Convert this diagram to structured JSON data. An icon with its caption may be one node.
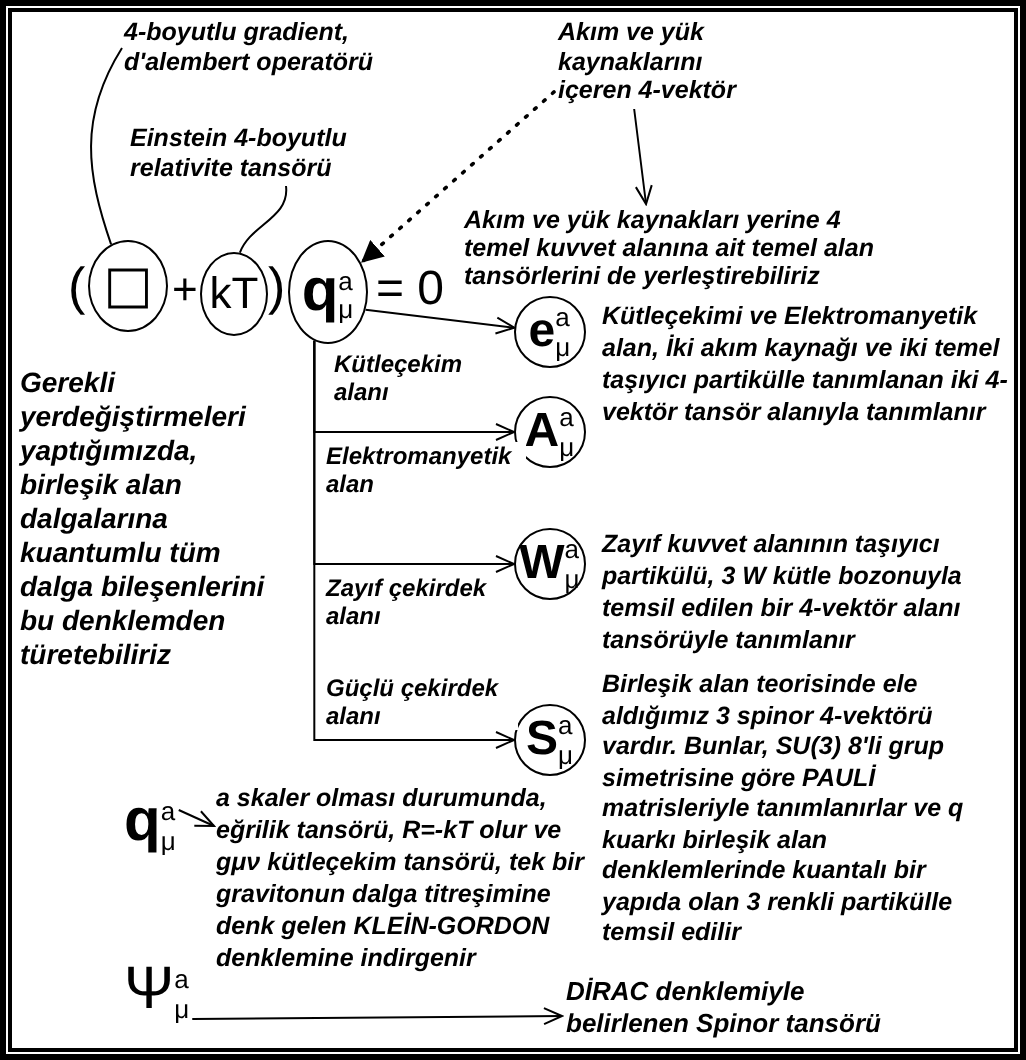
{
  "diagram": {
    "nodes": [
      {
        "text": [
          "4-boyutlu gradient, d'alembert operatörü"
        ]
      },
      {
        "text": [
          "Akım ve yük kaynaklarını içeren 4-vektör"
        ]
      },
      {
        "text": [
          "Einstein 4-boyutlu relativite tansörü"
        ]
      },
      {
        "text": [
          "□"
        ]
      },
      {
        "text": [
          "kT"
        ]
      },
      {
        "text": [
          "**q**$^{a}$$_{μ}$"
        ]
      },
      {
        "text": [
          "Akım ve yük kaynakları yerine 4 temel kuvvet alanına ait temel alan tansörlerini de yerleştirebiliriz"
        ]
      },
      {
        "text": [
          "**e**$^{a}$$_{μ}$"
        ]
      },
      {
        "text": [
          "**A**$^{a}$$_{μ}$"
        ]
      },
      {
        "text": [
          "**W**$^{a}$$_{μ}$"
        ],
        "beside": [
          "Zayıf kuvvet alanının taşıyıcı partikülü, 3 W kütle bozonuyla temsil edilen bir 4-vektör alanı tansörüyle tanımlanır"
        ]
      },
      {
        "text": [
          "**S**$^{a}$$_{μ}$"
        ],
        "beside": [
          "Birleşik alan teorisinde ele aldığımız 3 spinor 4-vektörü vardır. Bunlar, SU(3) 8'li grup simetrisine göre PAULİ matrisleriyle tanımlanırlar ve q kuarkı birleşik alan denklemlerinde kuantalı bir yapıda olan 3 renkli partikülle temsil edilir"
        ]
      },
      {
        "text": [
          "**q**$^{a}$$_{μ}$"
        ]
      },
      {
        "text": [
          "a skaler olması durumunda, eğrilik tansörü, R=-kT olur ve gμν kütleçekim tansörü, tek bir gravitonun dalga titreşimine denk gelen KLEİN-GORDON denklemine indirgenir"
        ]
      },
      {
        "text": [
          "Ψ$^{a}$$_{μ}$"
        ]
      },
      {
        "text": [
          "DİRAC denklemiyle belirlenen Spinor tansörü"
        ]
      }
    ],
    "edges": [
      {
        "from": 0,
        "to": 3,
        "arrow": "none"
      },
      {
        "from": 2,
        "to": 4,
        "arrow": "none"
      },
      {
        "from": 1,
        "to": 5,
        "arrow": "to",
        "style": "dashed"
      },
      {
        "from": 1,
        "to": 6,
        "arrow": "to"
      },
      {
        "from": 5,
        "to": 7,
        "arrow": "to",
        "label": "Kütleçekim alanı"
      },
      {
        "from": 5,
        "to": 8,
        "arrow": "to",
        "label": "Elektromanyetik alan"
      },
      {
        "from": 5,
        "to": 9,
        "arrow": "to",
        "label": "Zayıf çekirdek alanı"
      },
      {
        "from": 5,
        "to": 10,
        "arrow": "to",
        "label": "Güçlü çekirdek alanı"
      },
      {
        "from": 11,
        "to": 12,
        "arrow": "to"
      },
      {
        "from": 13,
        "to": 14,
        "arrow": "to"
      }
    ],
    "labels": [
      "(",
      "+",
      ")",
      "= 0",
      "Kütleçekimi ve Elektromanyetik alan, İki akım kaynağı ve iki temel taşıyıcı partikülle tanımlanan iki 4-vektör tansör alanıyla tanımlanır",
      "Gerekli yerdeğiştirmeleri yaptığımızda, birleşik alan dalgalarına kuantumlu tüm dalga bileşenlerini bu denklemden türetebiliriz"
    ]
  }
}
